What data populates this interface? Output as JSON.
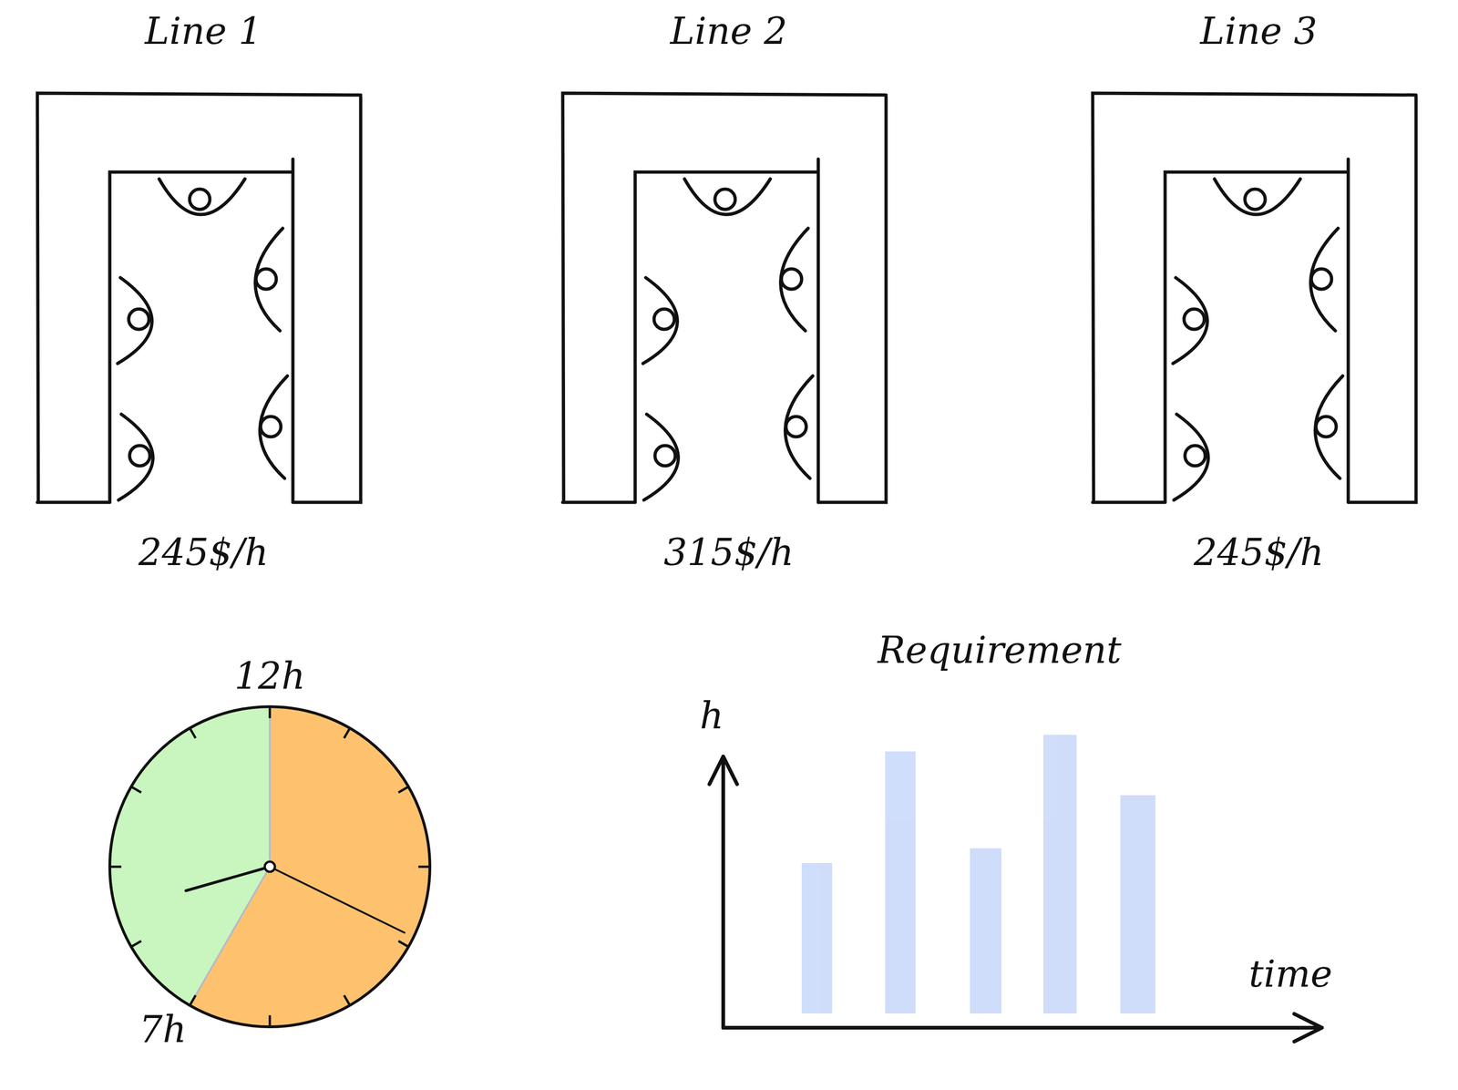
{
  "diagram": {
    "nodes": [
      {
        "text": [
          "Line 1",
          "245$/h"
        ]
      },
      {
        "text": [
          "Line 2",
          "315$/h"
        ]
      },
      {
        "text": [
          "Line 3",
          "245$/h"
        ]
      }
    ],
    "labels": [
      "12h",
      "7h",
      "Requirement",
      "h",
      "time"
    ]
  }
}
